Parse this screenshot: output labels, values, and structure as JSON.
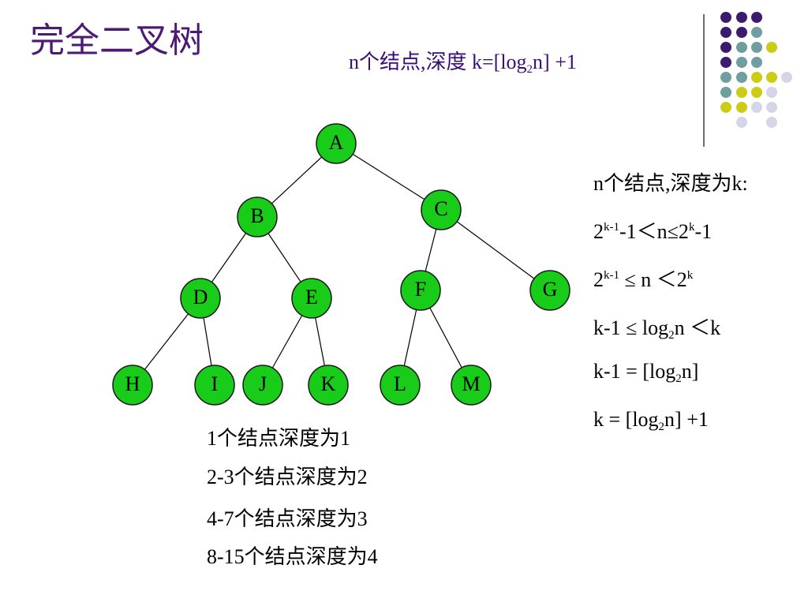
{
  "slide": {
    "title": "完全二叉树",
    "top_formula": {
      "prefix": "n个结点,深度 k=[log",
      "sub": "2",
      "suffix": "n]  +1"
    },
    "colors": {
      "title": "#4b1a73",
      "formula": "#3a0d78",
      "node_fill": "#19cc19",
      "node_stroke": "#1a1a1a",
      "edge": "#000000",
      "dot_purple": "#3c1a6e",
      "dot_teal": "#6e9e9e",
      "dot_yellow": "#cccc14",
      "dot_lavender": "#d5d5e8"
    }
  },
  "tree": {
    "nodes": [
      "A",
      "B",
      "C",
      "D",
      "E",
      "F",
      "G",
      "H",
      "I",
      "J",
      "K",
      "L",
      "M"
    ],
    "edges": [
      [
        "A",
        "B"
      ],
      [
        "A",
        "C"
      ],
      [
        "B",
        "D"
      ],
      [
        "B",
        "E"
      ],
      [
        "C",
        "F"
      ],
      [
        "C",
        "G"
      ],
      [
        "D",
        "H"
      ],
      [
        "D",
        "I"
      ],
      [
        "E",
        "J"
      ],
      [
        "E",
        "K"
      ],
      [
        "F",
        "L"
      ],
      [
        "F",
        "M"
      ]
    ]
  },
  "right_panel": {
    "line1": "n个结点,深度为k:",
    "line2": {
      "a": "2",
      "sup1": "k-1",
      "b": "-1＜n≤2",
      "sup2": "k",
      "c": "-1"
    },
    "line3": {
      "a": "2",
      "sup1": "k-1",
      "b": " ≤ n ＜2",
      "sup2": "k"
    },
    "line4": {
      "a": "k-1 ≤ log",
      "sub": "2",
      "b": "n ＜k"
    },
    "line5": {
      "a": "k-1 = [log",
      "sub": "2",
      "b": "n]"
    },
    "line6": {
      "a": "k = [log",
      "sub": "2",
      "b": "n] +1"
    }
  },
  "depth_notes": [
    "1个结点深度为1",
    "2-3个结点深度为2",
    "4-7个结点深度为3",
    "8-15个结点深度为4"
  ]
}
